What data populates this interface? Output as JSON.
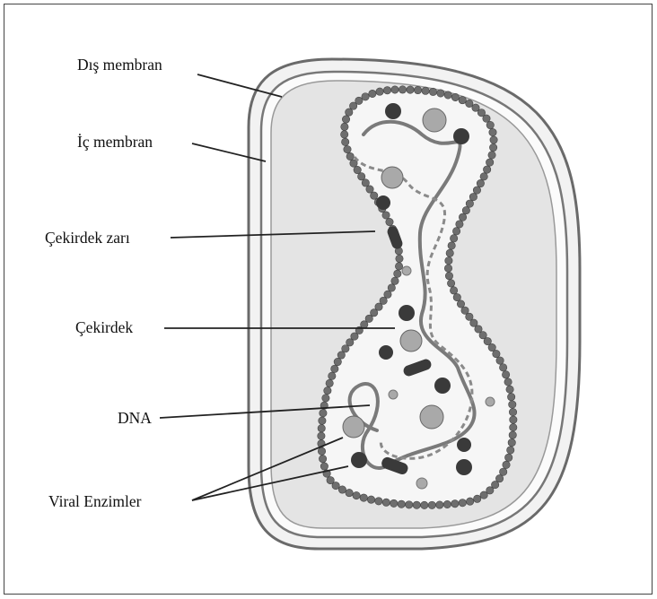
{
  "labels": {
    "outer_membrane": "Dış membran",
    "inner_membrane": "İç membran",
    "nuclear_envelope": "Çekirdek zarı",
    "nucleus": "Çekirdek",
    "dna": "DNA",
    "viral_enzymes": "Viral Enzimler"
  },
  "colors": {
    "spike": "#8a8a8a",
    "spike_outline": "#555555",
    "cell_fill": "#e6e6e6",
    "nucleus_fill": "#f4f4f4",
    "envelope_bead": "#6e6e6e",
    "dna_strand": "#7a7a7a",
    "dark_particle": "#3a3a3a",
    "light_particle": "#a9a9a9",
    "leader_line": "#222222"
  }
}
